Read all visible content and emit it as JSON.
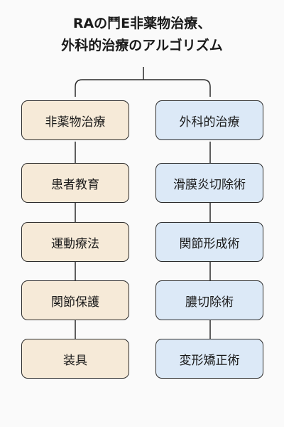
{
  "title": {
    "line1": "RAの鬥E非薬物治療、",
    "line2": "外科的治療のアルゴリズム"
  },
  "left_branch": {
    "header": "非薬物治療",
    "items": [
      "患者教育",
      "運動療法",
      "関節保護",
      "装具"
    ]
  },
  "right_branch": {
    "header": "外科的治療",
    "items": [
      "滑膜炎切除術",
      "関節形成術",
      "膿切除術",
      "変形矯正術"
    ]
  },
  "colors": {
    "left_fill": "#f6ead8",
    "right_fill": "#dce9f7",
    "border": "#2b2b2b",
    "background": "#fafafa"
  }
}
